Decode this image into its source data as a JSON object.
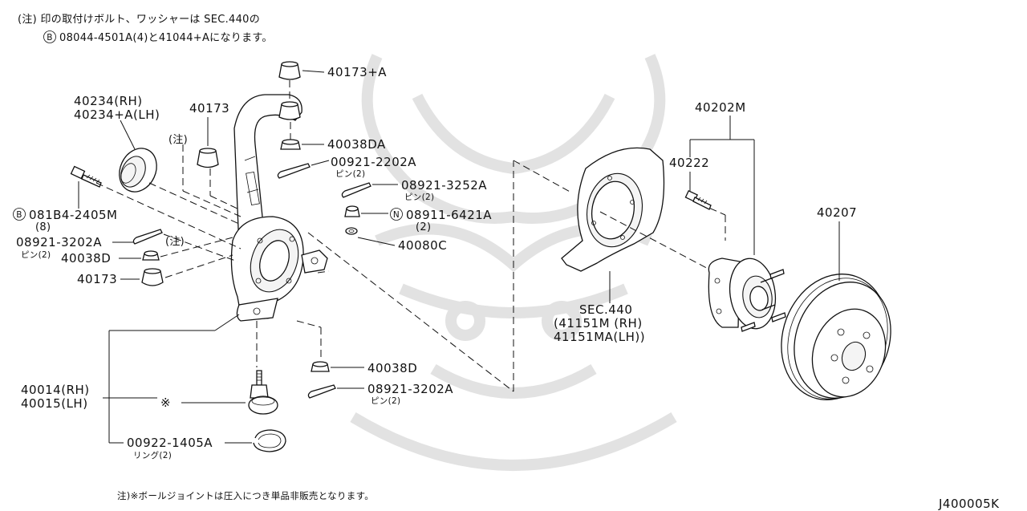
{
  "header_note": {
    "line1": "(注) 印の取付けボルト、ワッシャーは SEC.440の",
    "line2_mark": "B",
    "line2_text": "08044-4501A(4)と41044+Aになります。"
  },
  "footer_note": "注)※ボールジョイントは圧入につき単品非販売となります。",
  "diagram_code": "J400005K",
  "callouts": {
    "p40173a": "40173+A",
    "p40173": "40173",
    "p40234_rh": "40234(RH)",
    "p40234_lh": "40234+A(LH)",
    "p40038da": "40038DA",
    "p00921_2202a": "00921-2202A",
    "p00921_2202a_sub": "ピン(2)",
    "chu1": "(注)",
    "p08921_3252a": "08921-3252A",
    "p08921_3252a_sub": "ピン(2)",
    "p08911_mark": "N",
    "p08911": "08911-6421A",
    "p08911_sub": "(2)",
    "p40080c": "40080C",
    "p081b4_mark": "B",
    "p081b4": "081B4-2405M",
    "p081b4_sub": "(8)",
    "p08921_3202a_l": "08921-3202A",
    "p08921_3202a_l_sub": "ピン(2)",
    "chu2": "(注)",
    "p40038d_l": "40038D",
    "p40173_l": "40173",
    "sec440": "SEC.440",
    "p41151m": "(41151M  (RH)",
    "p41151ma": "41151MA(LH))",
    "p40202m": "40202M",
    "p40222": "40222",
    "p40207": "40207",
    "p40014": "40014(RH)",
    "p40015": "40015(LH)",
    "kome": "※",
    "p40038d_r": "40038D",
    "p08921_3202a_r": "08921-3202A",
    "p08921_3202a_r_sub": "ピン(2)",
    "p00922": "00922-1405A",
    "p00922_sub": "リング(2)"
  }
}
